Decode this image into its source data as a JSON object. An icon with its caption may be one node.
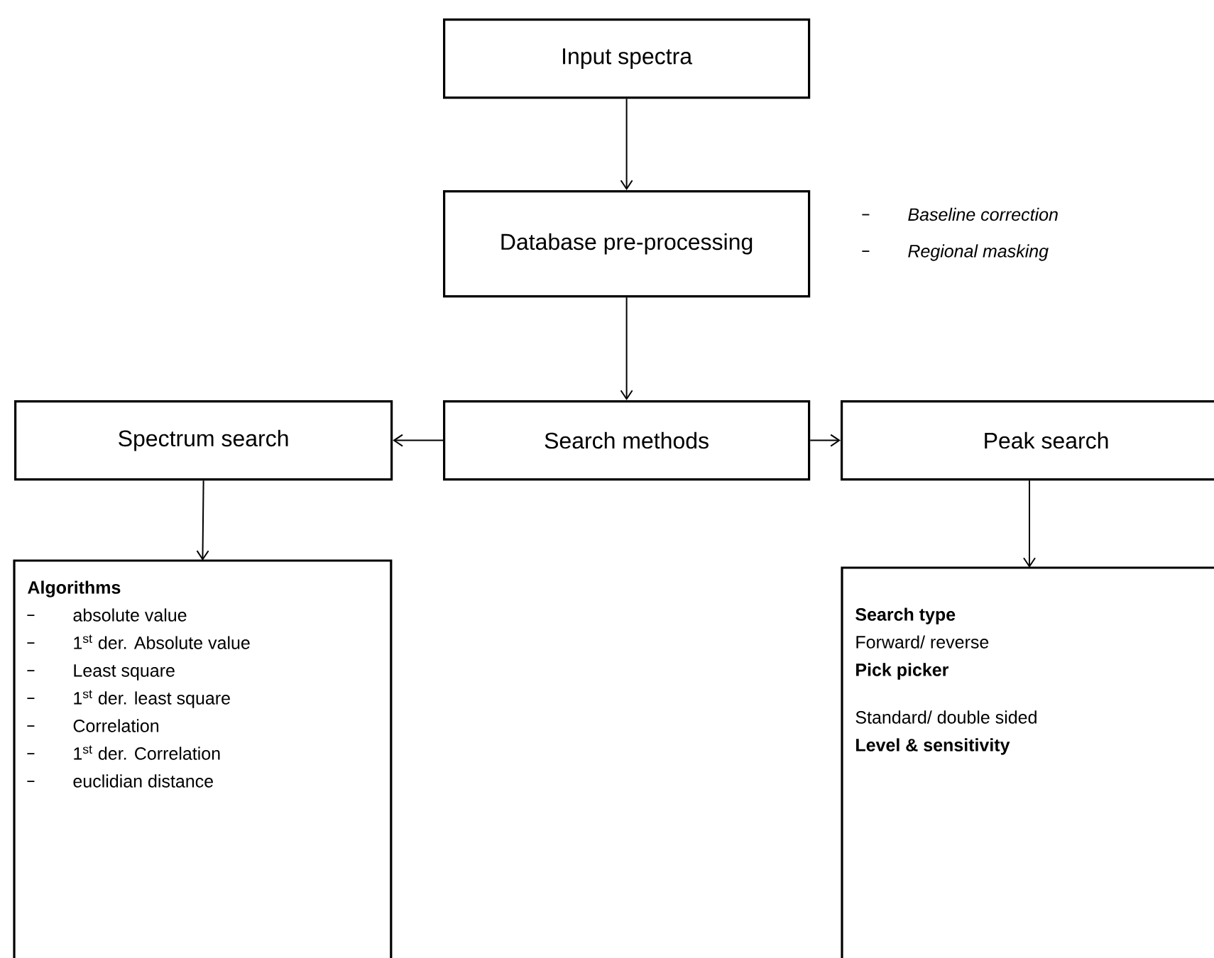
{
  "diagram": {
    "nodes": [
      {
        "text": [
          "Input spectra"
        ]
      },
      {
        "text": [
          "Database pre-processing"
        ],
        "beside": [
          "Baseline correction",
          "Regional masking"
        ]
      },
      {
        "text": [
          "Spectrum search"
        ]
      },
      {
        "text": [
          "Search methods"
        ]
      },
      {
        "text": [
          "Peak search"
        ]
      },
      {
        "text": [
          "Algorithms",
          "absolute value",
          "1$^{st}$ der. Absolute value",
          "Least square",
          "1$^{st}$ der. least square",
          "Correlation",
          "1$^{st}$ der. Correlation",
          "euclidian distance"
        ]
      },
      {
        "text": [
          "Search type",
          "Forward/ reverse",
          "Pick picker",
          "Standard/ double sided",
          "Level & sensitivity"
        ]
      }
    ],
    "edges": [
      {
        "from": 0,
        "to": 1,
        "arrow": "to"
      },
      {
        "from": 1,
        "to": 3,
        "arrow": "to"
      },
      {
        "from": 3,
        "to": 2,
        "arrow": "to"
      },
      {
        "from": 3,
        "to": 4,
        "arrow": "to"
      },
      {
        "from": 2,
        "to": 5,
        "arrow": "to"
      },
      {
        "from": 4,
        "to": 6,
        "arrow": "to"
      }
    ]
  }
}
